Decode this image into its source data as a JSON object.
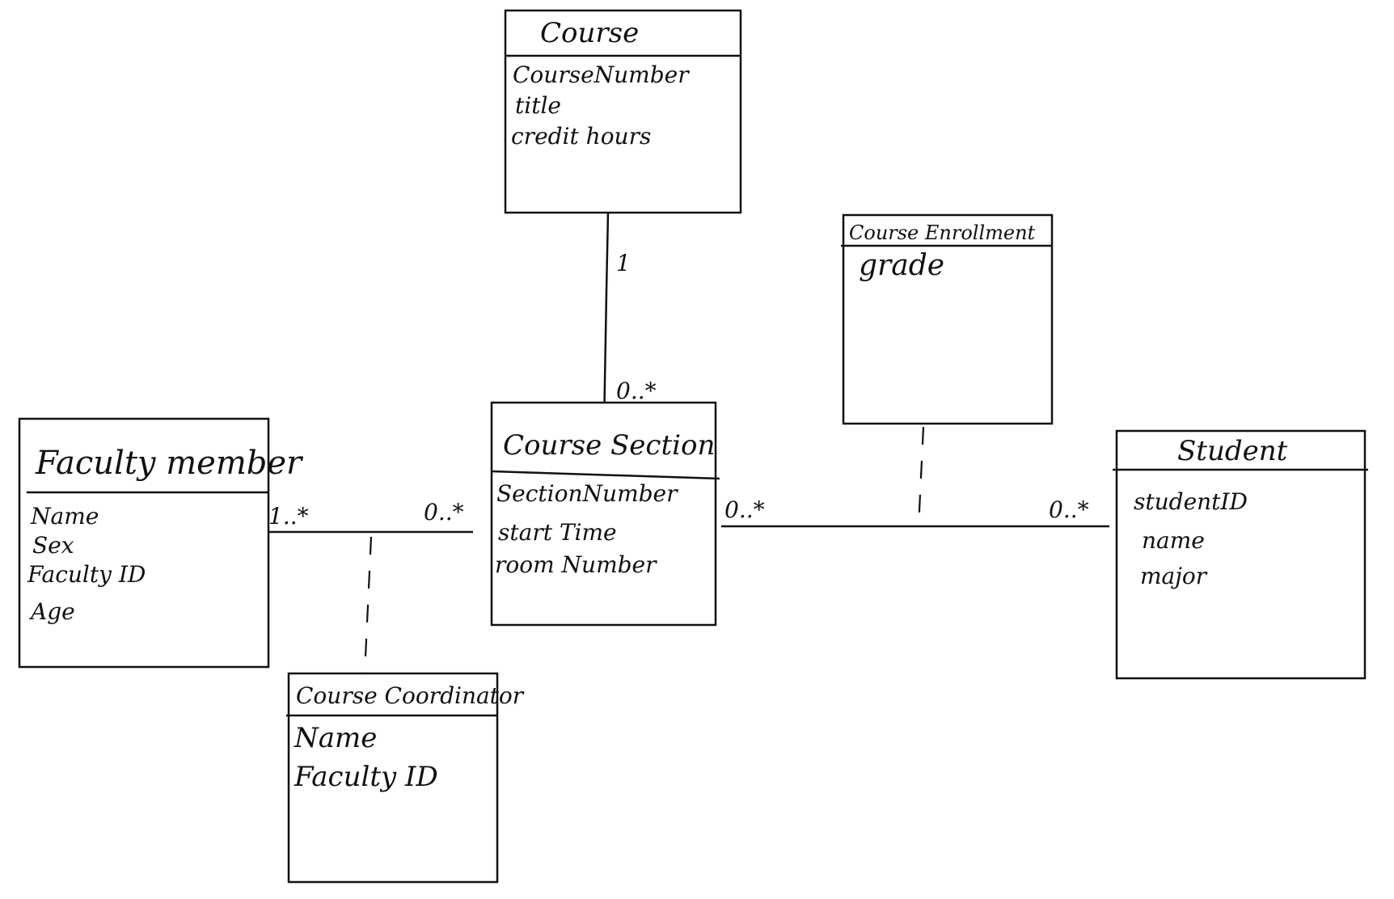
{
  "classes": {
    "course": {
      "name": "Course",
      "attributes": [
        "CourseNumber",
        "title",
        "credit hours"
      ]
    },
    "course_enrollment": {
      "name": "Course Enrollment",
      "attributes": [
        "grade"
      ]
    },
    "faculty_member": {
      "name": "Faculty member",
      "attributes": [
        "Name",
        "Sex",
        "Faculty ID",
        "Age"
      ]
    },
    "course_section": {
      "name": "Course Section",
      "attributes": [
        "SectionNumber",
        "start Time",
        "room Number"
      ]
    },
    "student": {
      "name": "Student",
      "attributes": [
        "studentID",
        "name",
        "major"
      ]
    },
    "course_coordinator": {
      "name": "Course Coordinator",
      "attributes": [
        "Name",
        "Faculty ID"
      ]
    }
  },
  "associations": {
    "course_to_section": {
      "end_course": "1",
      "end_section": "0..*"
    },
    "faculty_to_section": {
      "end_faculty": "1..*",
      "end_section": "0..*"
    },
    "section_to_student": {
      "end_section": "0..*",
      "end_student": "0..*"
    }
  }
}
